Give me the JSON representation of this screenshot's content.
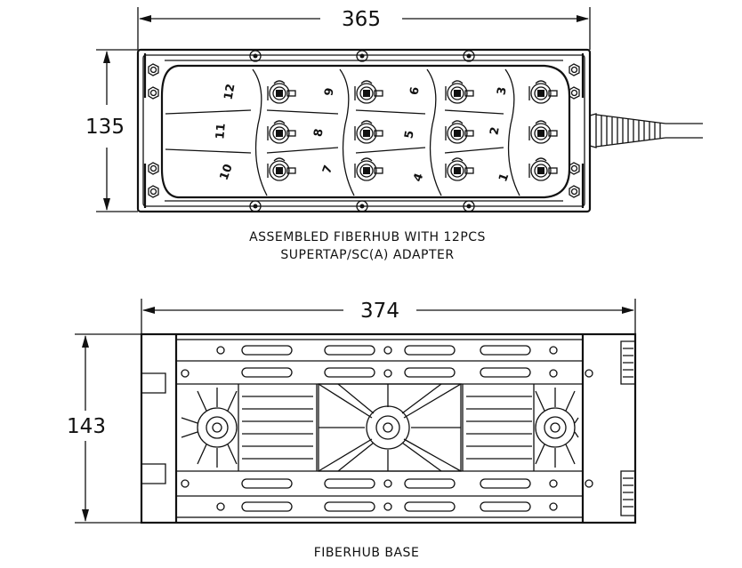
{
  "top_view": {
    "width_dimension": "365",
    "height_dimension": "135",
    "caption_line1": "ASSEMBLED FIBERHUB WITH 12PCS",
    "caption_line2": "SUPERTAP/SC(A) ADAPTER",
    "port_numbers": [
      "1",
      "2",
      "3",
      "4",
      "5",
      "6",
      "7",
      "8",
      "9",
      "10",
      "11",
      "12"
    ]
  },
  "base_view": {
    "width_dimension": "374",
    "height_dimension": "143",
    "caption": "FIBERHUB BASE"
  }
}
